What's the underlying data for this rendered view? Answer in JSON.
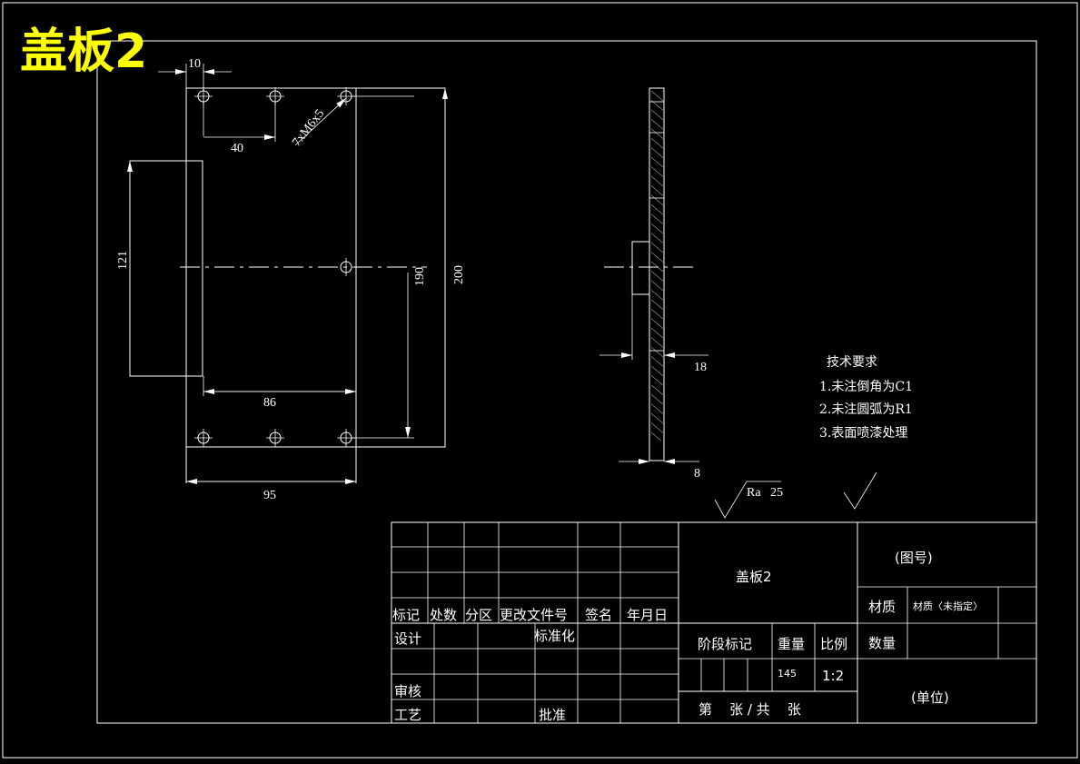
{
  "title": "盖板2",
  "dimensions": {
    "d10": "10",
    "d40": "40",
    "hole_note": "7xM6x5",
    "d121": "121",
    "d190": "190",
    "d200": "200",
    "d86": "86",
    "d95": "95",
    "d18": "18",
    "d8": "8"
  },
  "roughness": {
    "label": "Ra",
    "value": "25"
  },
  "tech_requirements": {
    "heading": "技术要求",
    "items": [
      "1.未注倒角为C1",
      "2.未注圆弧为R1",
      "3.表面喷漆处理"
    ]
  },
  "title_block": {
    "part_name": "盖板2",
    "drawing_no": "(图号)",
    "material_label": "材质",
    "material_value": "材质〈未指定〉",
    "quantity_label": "数量",
    "unit": "(单位)",
    "stage_label": "阶段标记",
    "weight_label": "重量",
    "scale_label": "比例",
    "weight_value": "145",
    "scale_value": "1:2",
    "sheet_text": "第    张 / 共    张",
    "rev_headers": [
      "标记",
      "处数",
      "分区",
      "更改文件号",
      "签名",
      "年月日"
    ],
    "design": "设计",
    "standardize": "标准化",
    "review": "审核",
    "process": "工艺",
    "approve": "批准"
  }
}
